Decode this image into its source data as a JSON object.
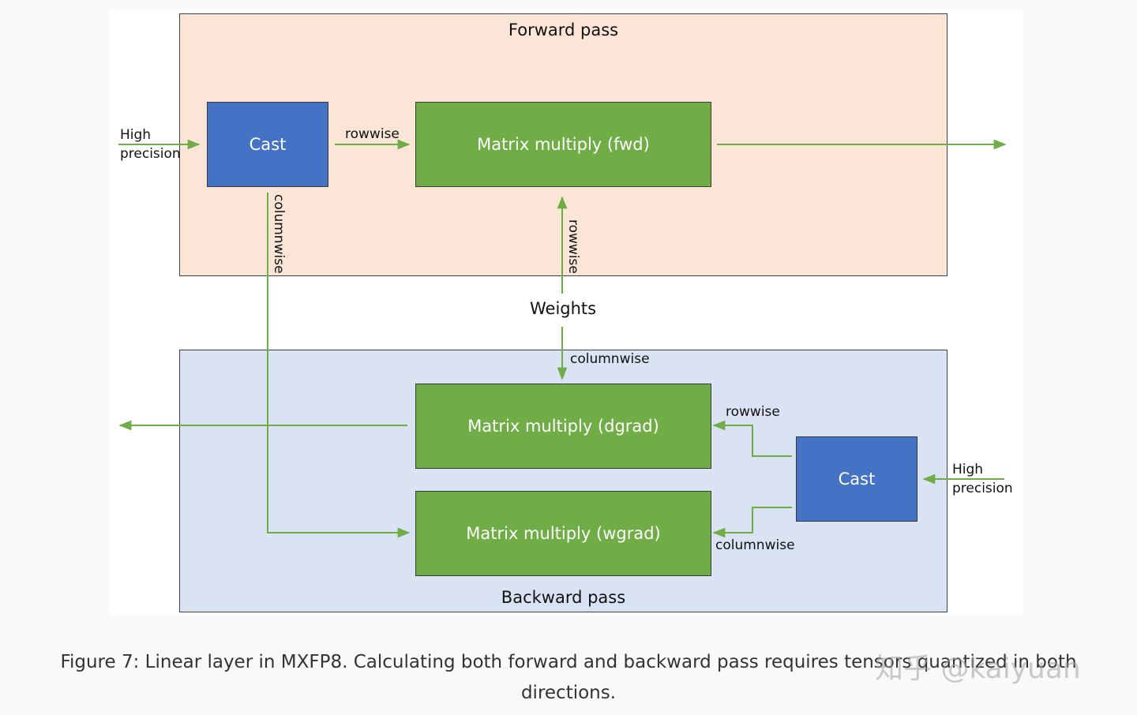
{
  "diagram": {
    "forward_pass_title": "Forward pass",
    "backward_pass_title": "Backward pass",
    "cast_fwd_label": "Cast",
    "cast_bwd_label": "Cast",
    "mm_fwd_label": "Matrix multiply (fwd)",
    "mm_dgrad_label": "Matrix multiply (dgrad)",
    "mm_wgrad_label": "Matrix multiply (wgrad)",
    "weights_label": "Weights",
    "input_fwd": {
      "line1": "High",
      "line2": "precision"
    },
    "input_bwd": {
      "line1": "High",
      "line2": "precision"
    },
    "edge_cast_to_fwd": "rowwise",
    "edge_cast_columnwise_vertical": "columnwise",
    "edge_weights_rowwise_vertical": "rowwise",
    "edge_weights_columnwise": "columnwise",
    "edge_cast_to_dgrad": "rowwise",
    "edge_cast_to_wgrad": "columnwise",
    "colors": {
      "forward_bg": "#fbe5d6",
      "backward_bg": "#dae3f3",
      "cast_box": "#4472c4",
      "matmul_box": "#70ad47",
      "arrow": "#70ad47"
    }
  },
  "caption": {
    "line1": "Figure 7: Linear layer in MXFP8. Calculating both forward and backward pass requires tensors quantized in both",
    "line2": "directions."
  },
  "watermark": "知乎 @kaiyuan"
}
